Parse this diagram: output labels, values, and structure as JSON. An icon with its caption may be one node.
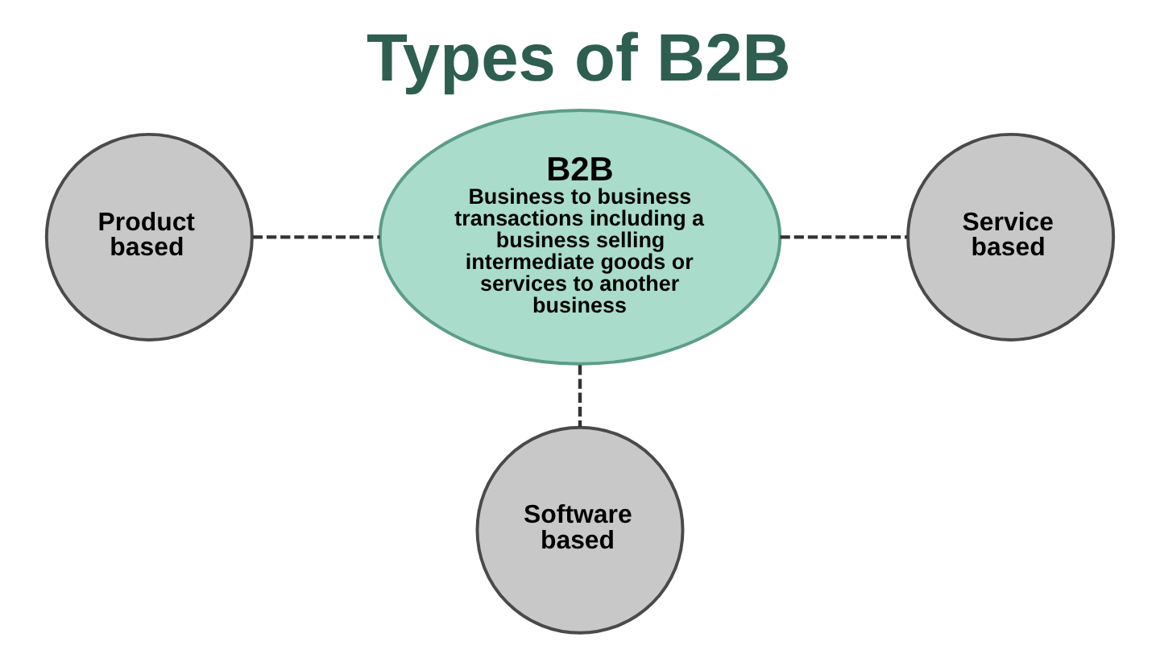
{
  "diagram": {
    "title": "Types of B2B",
    "nodes": [
      {
        "text": [
          "B2B",
          "Business to business transactions including a business selling intermediate goods or services to another business"
        ]
      },
      {
        "text": [
          "Product based"
        ]
      },
      {
        "text": [
          "Service based"
        ]
      },
      {
        "text": [
          "Software based"
        ]
      }
    ],
    "edges": [
      {
        "from": 1,
        "to": 0,
        "arrow": "none",
        "style": "dashed"
      },
      {
        "from": 0,
        "to": 2,
        "arrow": "none",
        "style": "dashed"
      },
      {
        "from": 0,
        "to": 3,
        "arrow": "none",
        "style": "dashed"
      }
    ]
  }
}
